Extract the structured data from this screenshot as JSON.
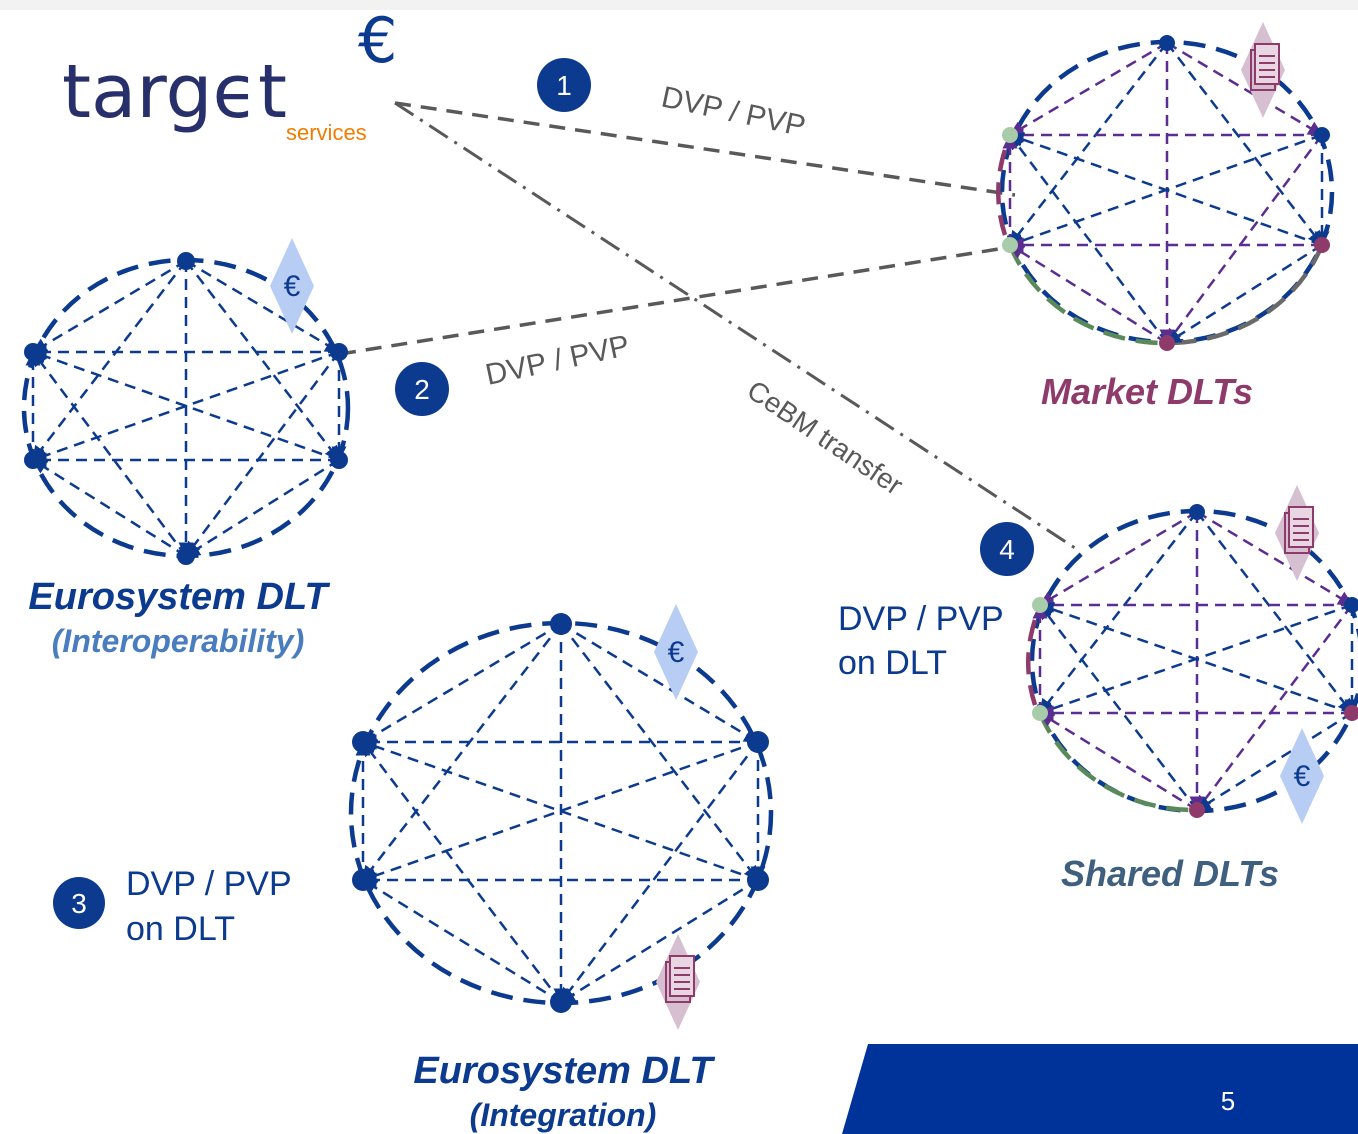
{
  "logo": {
    "word": "targϵt",
    "euro_mark": "€",
    "sub": "services"
  },
  "badges": {
    "b1": "1",
    "b2": "2",
    "b3": "3",
    "b4": "4"
  },
  "link_labels": {
    "dvp_pvp_1": "DVP / PVP",
    "dvp_pvp_2": "DVP / PVP",
    "cebm": "CeBM transfer",
    "on_dlt_3_line1": "DVP / PVP",
    "on_dlt_3_line2": "on DLT",
    "on_dlt_4_line1": "DVP / PVP",
    "on_dlt_4_line2": "on DLT"
  },
  "networks": {
    "market": {
      "title": "Market DLTs"
    },
    "interop": {
      "title": "Eurosystem DLT",
      "subtitle": "(Interoperability)"
    },
    "integration": {
      "title": "Eurosystem DLT",
      "subtitle": "(Integration)"
    },
    "shared": {
      "title": "Shared DLTs"
    }
  },
  "token_symbols": {
    "euro": "€"
  },
  "page_number": "5",
  "colors": {
    "eurosystem_blue": "#0b3a8f",
    "market_purple": "#5c2d91",
    "market_title": "#8e3a6b",
    "interop_subtitle": "#4a7dbe",
    "shared_title": "#3f5f7f",
    "euro_token": "#b7cdf3",
    "doc_token": "#d6bfd0",
    "green_node": "#a8ccaa",
    "green_arc": "#5b8a5a",
    "maroon_node": "#8e3a6b",
    "link_gray": "#595959",
    "footer_blue": "#003399"
  },
  "icons": [
    "euro-token-icon",
    "document-token-icon"
  ]
}
